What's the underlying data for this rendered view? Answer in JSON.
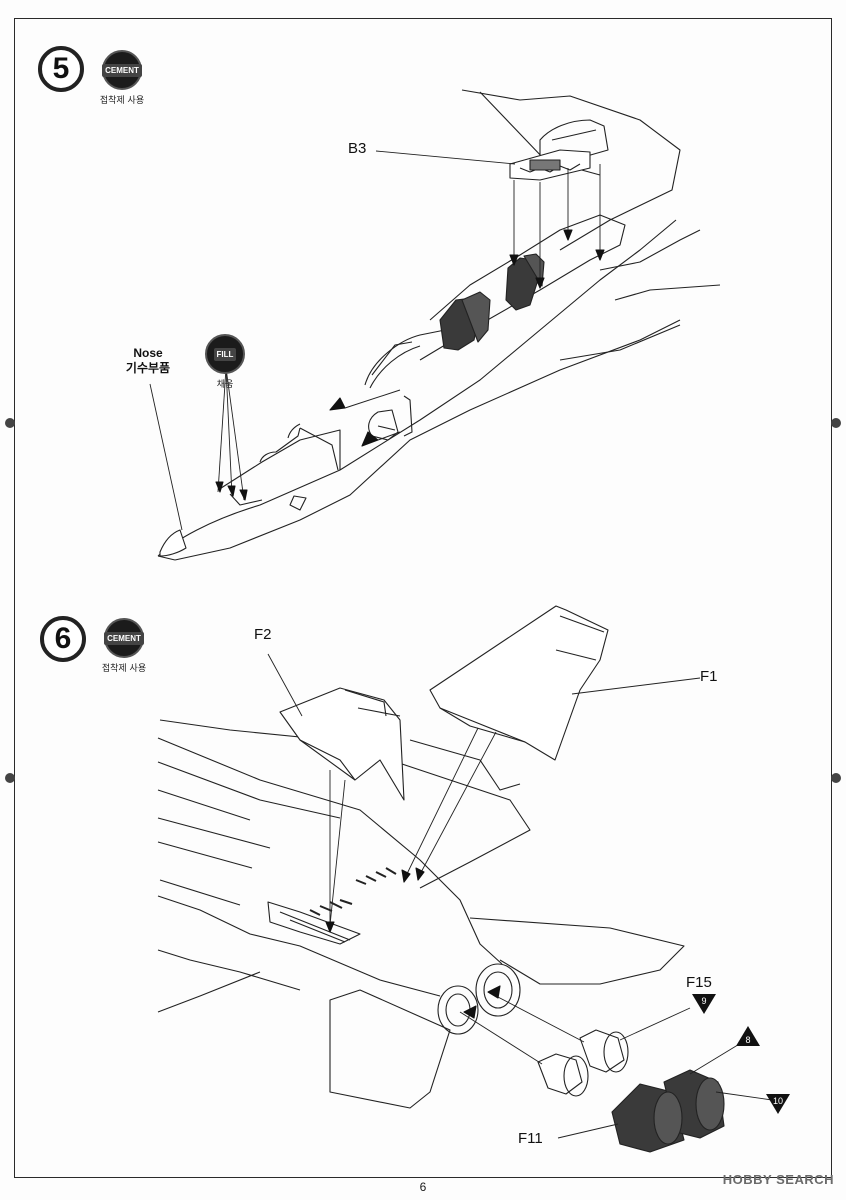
{
  "steps": [
    {
      "number": "5",
      "cement_label": "CEMENT",
      "cement_caption": "접착제 사용",
      "fill_label": "FILL",
      "fill_caption": "채움",
      "callouts": {
        "b3": "B3",
        "nose_en": "Nose",
        "nose_kr": "기수부품"
      }
    },
    {
      "number": "6",
      "cement_label": "CEMENT",
      "cement_caption": "접착제 사용",
      "callouts": {
        "f2": "F2",
        "f1": "F1",
        "f15": "F15",
        "f11": "F11"
      },
      "color_refs": {
        "f15_ref": "9",
        "f11_ref_a": "8",
        "f11_ref_b": "10"
      }
    }
  ],
  "page_number": "6",
  "watermark": "HOBBY SEARCH",
  "colors": {
    "ink": "#111111",
    "paint_dark": "#3a3a3a",
    "paper": "#fdfdfd"
  }
}
